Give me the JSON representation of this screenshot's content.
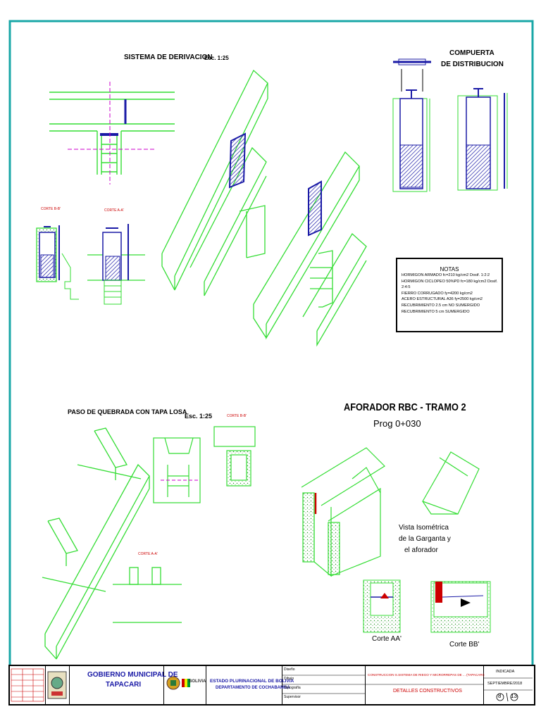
{
  "titles": {
    "derivacion": "SISTEMA DE DERIVACION",
    "derivacion_scale": "Esc. 1:25",
    "compuerta_1": "COMPUERTA",
    "compuerta_2": "DE DISTRIBUCION",
    "paso": "PASO DE QUEBRADA CON TAPA LOSA",
    "paso_scale": "Esc. 1:25",
    "aforador": "AFORADOR RBC - TRAMO 2",
    "prog": "Prog 0+030"
  },
  "cortes": {
    "bb": "CORTE B-B'",
    "aa": "CORTE A-A'",
    "paso_bb": "CORTE B-B'",
    "paso_aa": "CORTE A-A'",
    "aforo_aa": "Corte AA'",
    "aforo_bb": "Corte BB'"
  },
  "iso_caption": [
    "Vista Isométrica",
    "de la Garganta y",
    "el aforador"
  ],
  "notes": {
    "header": "NOTAS",
    "lines": [
      "HORMIGON ARMADO   fc=210 kg/cm2  Dosif. 1:2:2",
      "HORMIGON CICLOPEO  50%PD  fc=180 kg/cm2  Dosif. 2:4:5",
      "FIERRO CORRUGADO     fy=4200 kg/cm2",
      "ACERO ESTRUCTURAL  A36    fy=2500 kg/cm2",
      "RECUBRIMIENTO  2.5 cm NO SUMERGIDO",
      "RECUBRIMIENTO  5 cm SUMERGIDO"
    ]
  },
  "title_block": {
    "org_1": "GOBIERNO MUNICIPAL DE",
    "org_2": "TAPACARI",
    "state_1": "ESTADO PLURINACIONAL DE BOLIVIA",
    "state_2": "DEPARTAMENTO DE COCHABAMBA",
    "logo_text": "BOLIVIA",
    "roles": [
      "Diseño",
      "Dibujo",
      "Topografía",
      "Supervisor"
    ],
    "project": "CONSTRUCCION S.SISTEMA DE RIEGO Y MICRORREPAS DE ... (TAPACARI)",
    "sheet_name": "DETALLES CONSTRUCTIVOS",
    "scale": "INDICADA",
    "date": "SEPTIEMBRE/2018",
    "sheet_no": "8",
    "sheet_total": "13"
  },
  "colors": {
    "frame": "#19a7a7",
    "lines": "#33dd33",
    "gate": "#1a1aa6",
    "accent": "#cc00cc",
    "hatch": "#1a1aa6"
  }
}
